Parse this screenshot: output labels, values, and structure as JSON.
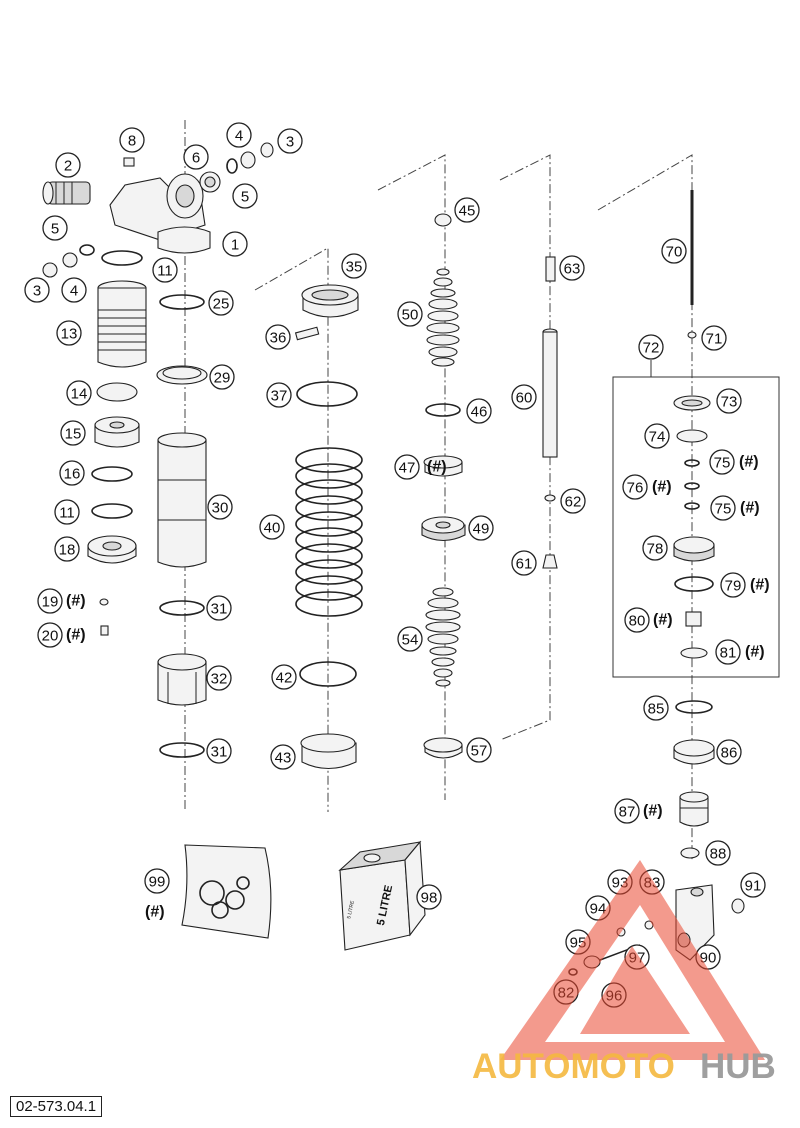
{
  "document_code": "02-573.04.1",
  "hash_mark": "(#)",
  "callouts": [
    "1",
    "2",
    "3",
    "3",
    "4",
    "4",
    "5",
    "5",
    "6",
    "8",
    "11",
    "11",
    "13",
    "14",
    "15",
    "16",
    "18",
    "19",
    "20",
    "25",
    "29",
    "30",
    "31",
    "31",
    "32",
    "35",
    "36",
    "37",
    "40",
    "42",
    "43",
    "45",
    "46",
    "47",
    "49",
    "50",
    "54",
    "57",
    "60",
    "61",
    "62",
    "63",
    "70",
    "71",
    "72",
    "73",
    "74",
    "75",
    "75",
    "76",
    "78",
    "79",
    "80",
    "81",
    "85",
    "86",
    "87",
    "88",
    "90",
    "91",
    "82",
    "83",
    "93",
    "94",
    "95",
    "96",
    "97",
    "98",
    "99"
  ],
  "container_label": "5 LITRE",
  "container_small_label": "5 LITRE",
  "watermark": {
    "part1": "AUTOMOTO",
    "part2": "HUB",
    "color1": "#f5b940",
    "color2": "#9a9a9a",
    "triangle_color": "#e9472f"
  }
}
